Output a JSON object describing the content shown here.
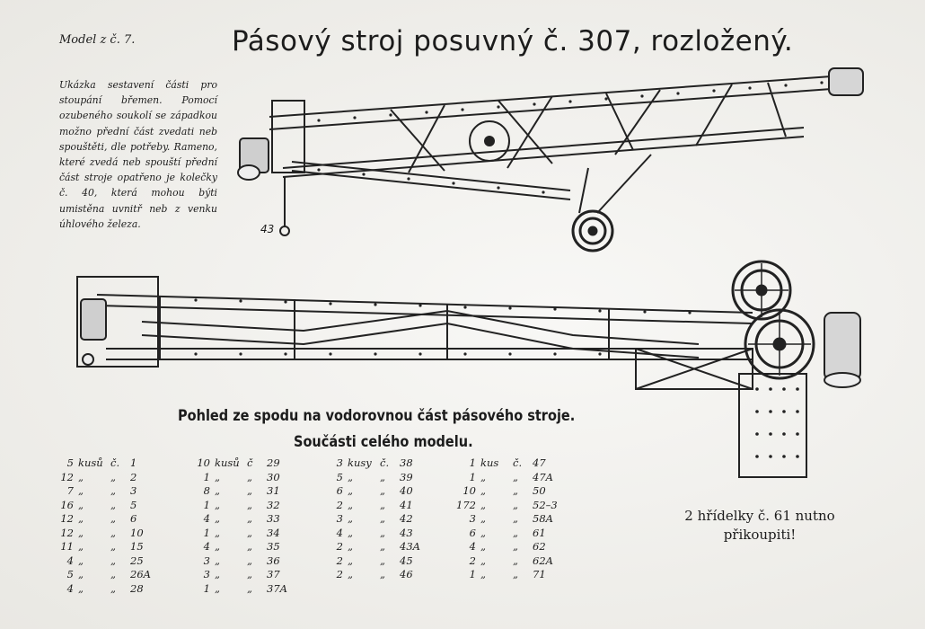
{
  "header": {
    "model_ref": "Model z č. 7.",
    "title": "Pásový stroj posuvný č. 307, rozložený."
  },
  "description": "Ukázka sestavení části pro stoupání břemen. Pomocí ozubeného soukolí se západkou možno přední část zvedati neb spouštěti, dle potřeby. Rameno, které zvedá neb spouští přední část stroje opatřeno je kolečky č. 40, která mohou býti umistěna uvnitř neb z venku úhlového železa.",
  "figure_label": "43",
  "subtitle_1": "Pohled ze spodu na vodorovnou část pásového stroje.",
  "subtitle_2": "Součásti celého modelu.",
  "parts_columns": [
    [
      {
        "qty": "5",
        "unit": "kusů",
        "c": "č.",
        "num": "1"
      },
      {
        "qty": "12",
        "unit": "„",
        "c": "„",
        "num": "2"
      },
      {
        "qty": "7",
        "unit": "„",
        "c": "„",
        "num": "3"
      },
      {
        "qty": "16",
        "unit": "„",
        "c": "„",
        "num": "5"
      },
      {
        "qty": "12",
        "unit": "„",
        "c": "„",
        "num": "6"
      },
      {
        "qty": "12",
        "unit": "„",
        "c": "„",
        "num": "10"
      },
      {
        "qty": "11",
        "unit": "„",
        "c": "„",
        "num": "15"
      },
      {
        "qty": "4",
        "unit": "„",
        "c": "„",
        "num": "25"
      },
      {
        "qty": "5",
        "unit": "„",
        "c": "„",
        "num": "26A"
      },
      {
        "qty": "4",
        "unit": "„",
        "c": "„",
        "num": "28"
      }
    ],
    [
      {
        "qty": "10",
        "unit": "kusů",
        "c": "č",
        "num": "29"
      },
      {
        "qty": "1",
        "unit": "„",
        "c": "„",
        "num": "30"
      },
      {
        "qty": "8",
        "unit": "„",
        "c": "„",
        "num": "31"
      },
      {
        "qty": "1",
        "unit": "„",
        "c": "„",
        "num": "32"
      },
      {
        "qty": "4",
        "unit": "„",
        "c": "„",
        "num": "33"
      },
      {
        "qty": "1",
        "unit": "„",
        "c": "„",
        "num": "34"
      },
      {
        "qty": "4",
        "unit": "„",
        "c": "„",
        "num": "35"
      },
      {
        "qty": "3",
        "unit": "„",
        "c": "„",
        "num": "36"
      },
      {
        "qty": "3",
        "unit": "„",
        "c": "„",
        "num": "37"
      },
      {
        "qty": "1",
        "unit": "„",
        "c": "„",
        "num": "37A"
      }
    ],
    [
      {
        "qty": "3",
        "unit": "kusy",
        "c": "č.",
        "num": "38"
      },
      {
        "qty": "5",
        "unit": "„",
        "c": "„",
        "num": "39"
      },
      {
        "qty": "6",
        "unit": "„",
        "c": "„",
        "num": "40"
      },
      {
        "qty": "2",
        "unit": "„",
        "c": "„",
        "num": "41"
      },
      {
        "qty": "3",
        "unit": "„",
        "c": "„",
        "num": "42"
      },
      {
        "qty": "4",
        "unit": "„",
        "c": "„",
        "num": "43"
      },
      {
        "qty": "2",
        "unit": "„",
        "c": "„",
        "num": "43A"
      },
      {
        "qty": "2",
        "unit": "„",
        "c": "„",
        "num": "45"
      },
      {
        "qty": "2",
        "unit": "„",
        "c": "„",
        "num": "46"
      }
    ],
    [
      {
        "qty": "1",
        "unit": "kus",
        "c": "č.",
        "num": "47"
      },
      {
        "qty": "1",
        "unit": "„",
        "c": "„",
        "num": "47A"
      },
      {
        "qty": "10",
        "unit": "„",
        "c": "„",
        "num": "50"
      },
      {
        "qty": "172",
        "unit": "„",
        "c": "„",
        "num": "52–3"
      },
      {
        "qty": "3",
        "unit": "„",
        "c": "„",
        "num": "58A"
      },
      {
        "qty": "6",
        "unit": "„",
        "c": "„",
        "num": "61"
      },
      {
        "qty": "4",
        "unit": "„",
        "c": "„",
        "num": "62"
      },
      {
        "qty": "2",
        "unit": "„",
        "c": "„",
        "num": "62A"
      },
      {
        "qty": "1",
        "unit": "„",
        "c": "„",
        "num": "71"
      }
    ]
  ],
  "note": "2 hřídelky č. 61 nutno přikoupiti!"
}
